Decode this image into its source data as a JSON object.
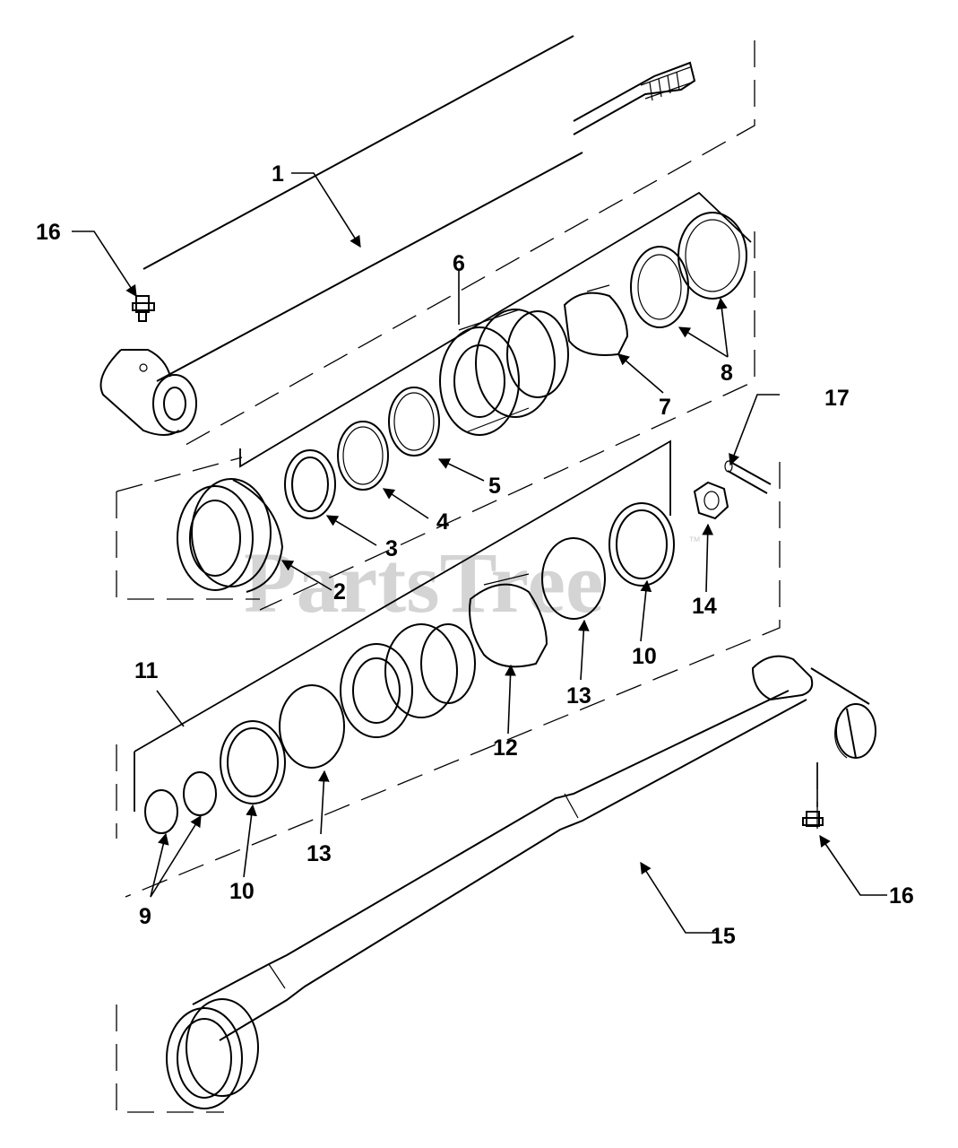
{
  "watermark": {
    "text": "PartsTree",
    "trademark": "™"
  },
  "callouts": [
    {
      "id": "c1",
      "label": "1"
    },
    {
      "id": "c2",
      "label": "2"
    },
    {
      "id": "c3",
      "label": "3"
    },
    {
      "id": "c4",
      "label": "4"
    },
    {
      "id": "c5",
      "label": "5"
    },
    {
      "id": "c6",
      "label": "6"
    },
    {
      "id": "c7",
      "label": "7"
    },
    {
      "id": "c8",
      "label": "8"
    },
    {
      "id": "c9",
      "label": "9"
    },
    {
      "id": "c10a",
      "label": "10"
    },
    {
      "id": "c10b",
      "label": "10"
    },
    {
      "id": "c11",
      "label": "11"
    },
    {
      "id": "c12",
      "label": "12"
    },
    {
      "id": "c13a",
      "label": "13"
    },
    {
      "id": "c13b",
      "label": "13"
    },
    {
      "id": "c14",
      "label": "14"
    },
    {
      "id": "c15",
      "label": "15"
    },
    {
      "id": "c16a",
      "label": "16"
    },
    {
      "id": "c16b",
      "label": "16"
    },
    {
      "id": "c17",
      "label": "17"
    }
  ]
}
